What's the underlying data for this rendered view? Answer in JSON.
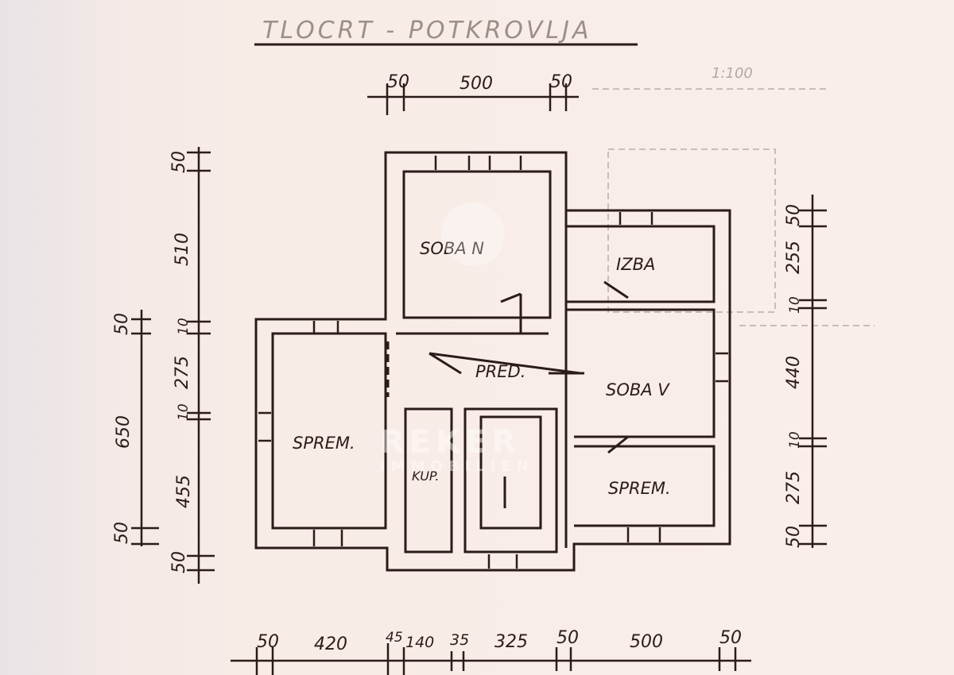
{
  "title": "TLOCRT - POTKROVLJA",
  "scale_note": "1:100",
  "watermark": {
    "name": "REKER",
    "sub": "IMMOBILIEN"
  },
  "rooms": {
    "soba_n": "SOBA N",
    "izba": "IZBA",
    "pred": "PRED.",
    "soba_v": "SOBA V",
    "sprem_left": "SPREM.",
    "kup": "KUP.",
    "sprem_right": "SPREM."
  },
  "dimensions": {
    "top": [
      "50",
      "500",
      "50"
    ],
    "bottom": [
      "50",
      "420",
      "45",
      "140",
      "35",
      "325",
      "50",
      "500",
      "50"
    ],
    "left_outer": [
      "50",
      "650",
      "50"
    ],
    "left_inner": [
      "50",
      "510",
      "10",
      "275",
      "10",
      "455",
      "50"
    ],
    "right": [
      "50",
      "255",
      "10",
      "440",
      "10",
      "275",
      "50"
    ]
  },
  "colors": {
    "ink": "#2a1c18",
    "paper": "#f8ece6"
  }
}
